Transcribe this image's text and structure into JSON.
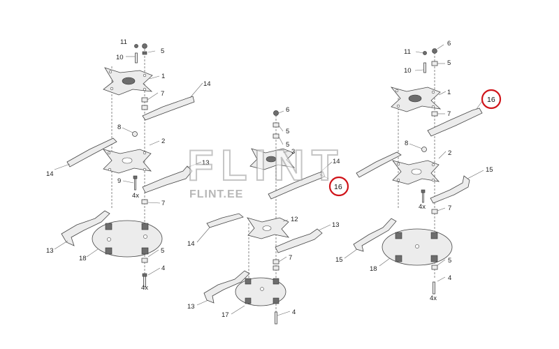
{
  "watermark": {
    "logo_text": "FLINT",
    "site_text": "FLINT.EE"
  },
  "left_assembly": {
    "labels": {
      "p11": "11",
      "p10": "10",
      "p5a": "5",
      "p1": "1",
      "p14a": "14",
      "p7a": "7",
      "p8": "8",
      "p2": "2",
      "p14b": "14",
      "p13a": "13",
      "p9": "9",
      "p4xa": "4x",
      "p7b": "7",
      "p13b": "13",
      "p18": "18",
      "p5b": "5",
      "p4": "4",
      "p4xb": "4x"
    }
  },
  "middle_assembly": {
    "labels": {
      "p6": "6",
      "p5a": "5",
      "p5b": "5",
      "p3": "3",
      "p14a": "14",
      "p16": "16",
      "p14b": "14",
      "p12": "12",
      "p13a": "13",
      "p7": "7",
      "p13b": "13",
      "p17": "17",
      "p4": "4"
    }
  },
  "right_assembly": {
    "labels": {
      "p11": "11",
      "p6": "6",
      "p10": "10",
      "p5a": "5",
      "p1": "1",
      "p16": "16",
      "p7a": "7",
      "p8": "8",
      "p2": "2",
      "p15a": "15",
      "p4xa": "4x",
      "p7b": "7",
      "p15b": "15",
      "p18": "18",
      "p5b": "5",
      "p4": "4",
      "p4xb": "4x"
    }
  },
  "highlight_color": "#d0141a"
}
